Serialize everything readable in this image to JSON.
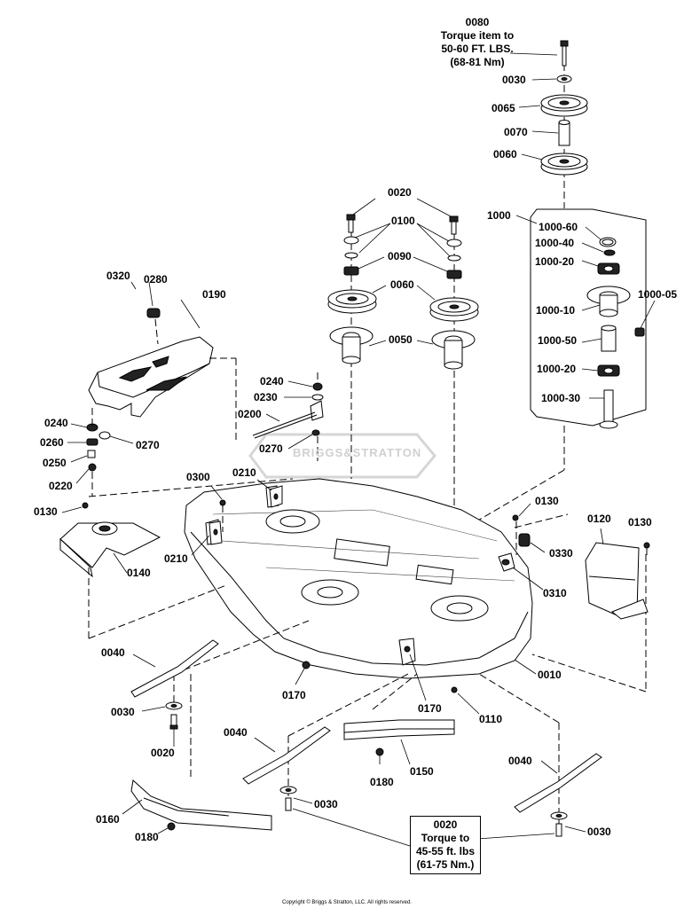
{
  "parts": {
    "p0080": "0080",
    "p0030_top": "0030",
    "p0065": "0065",
    "p0070": "0070",
    "p0060_top": "0060",
    "p0020_top": "0020",
    "p0100": "0100",
    "p0090": "0090",
    "p0060_mid": "0060",
    "p0050": "0050",
    "p1000": "1000",
    "p1000_60": "1000-60",
    "p1000_40": "1000-40",
    "p1000_20a": "1000-20",
    "p1000_05": "1000-05",
    "p1000_10": "1000-10",
    "p1000_50": "1000-50",
    "p1000_20b": "1000-20",
    "p1000_30": "1000-30",
    "p0320": "0320",
    "p0280": "0280",
    "p0190": "0190",
    "p0240_a": "0240",
    "p0230": "0230",
    "p0200": "0200",
    "p0270_a": "0270",
    "p0240_b": "0240",
    "p0260": "0260",
    "p0270_b": "0270",
    "p0250": "0250",
    "p0220": "0220",
    "p0300": "0300",
    "p0210_a": "0210",
    "p0210_b": "0210",
    "p0130_a": "0130",
    "p0140": "0140",
    "p0130_b": "0130",
    "p0120": "0120",
    "p0130_c": "0130",
    "p0330": "0330",
    "p0310": "0310",
    "p0010": "0010",
    "p0040_a": "0040",
    "p0170_a": "0170",
    "p0170_b": "0170",
    "p0110": "0110",
    "p0030_a": "0030",
    "p0020_a": "0020",
    "p0040_b": "0040",
    "p0150": "0150",
    "p0180_a": "0180",
    "p0040_c": "0040",
    "p0160": "0160",
    "p0180_b": "0180",
    "p0030_b": "0030",
    "p0030_c": "0030"
  },
  "notes": {
    "top_code": "0080",
    "top_l1": "Torque item to",
    "top_l2": "50-60 FT. LBS.",
    "top_l3": "(68-81 Nm)",
    "bottom_code": "0020",
    "bottom_l1": "Torque to",
    "bottom_l2": "45-55 ft. lbs",
    "bottom_l3": "(61-75 Nm.)"
  },
  "watermark": "BRIGGS&STRATTON",
  "copyright": "Copyright © Briggs & Stratton, LLC. All rights reserved."
}
